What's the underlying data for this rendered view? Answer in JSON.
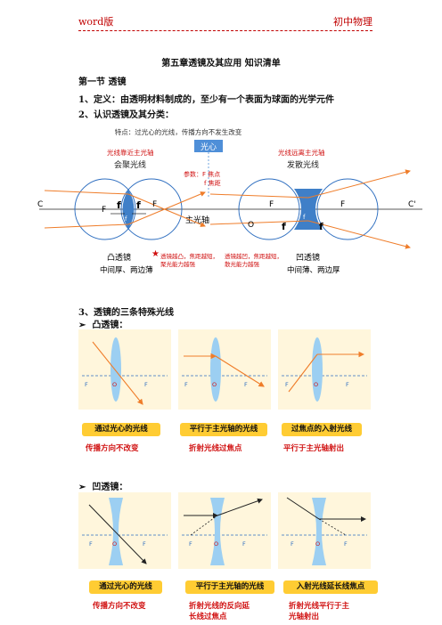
{
  "header": {
    "left": "word版",
    "right": "初中物理"
  },
  "title": "第五章透镜及其应用      知识清单",
  "section1": "第一节      透镜",
  "item1": "1、定义：由透明材料制成的，至少有一个表面为球面的光学元件",
  "item2": "2、认识透镜及其分类：",
  "diagram": {
    "top_note": "特点：过光心的光线，传播方向不发生改变",
    "center_label": "光心",
    "left_red": "光线靠近主光轴",
    "left_name": "会聚光线",
    "right_red": "光线远离主光轴",
    "right_name": "发散光线",
    "params_1": "参数：F  焦点",
    "params_2": "f   焦距",
    "axis_label": "主光轴",
    "c_left": "C",
    "c_right": "C'",
    "F": "F",
    "f": "f",
    "O": "O",
    "convex_name": "凸透镜",
    "convex_desc": "中间厚、两边薄",
    "concave_name": "凹透镜",
    "concave_desc": "中间薄、两边厚",
    "note_left_1": "透镜越凸，焦距越短，",
    "note_left_2": "聚光能力越强",
    "note_right_1": "透镜越凹，焦距越短，",
    "note_right_2": "散光能力越强"
  },
  "item3": "3、透镜的三条特殊光线",
  "convex_heading": "凸透镜：",
  "concave_heading": "凹透镜：",
  "convex_rays": [
    {
      "cap": "通过光心的光线",
      "red1": "传播方向不改变",
      "red2": ""
    },
    {
      "cap": "平行于主光轴的光线",
      "red1": "折射光线过焦点",
      "red2": ""
    },
    {
      "cap": "过焦点的入射光线",
      "red1": "平行于主光轴射出",
      "red2": ""
    }
  ],
  "concave_rays": [
    {
      "cap": "通过光心的光线",
      "red1": "传播方向不改变",
      "red2": ""
    },
    {
      "cap": "平行于主光轴的光线",
      "red1": "折射光线的反向延",
      "red2": "长线过焦点"
    },
    {
      "cap": "入射光线延长线焦点",
      "red1": "折射光线平行于主",
      "red2": "光轴射出"
    }
  ],
  "panel_labels": {
    "F": "F",
    "O": "O"
  },
  "colors": {
    "red": "#d01010",
    "orange": "#ef7d2a",
    "blue": "#2f6fc0",
    "lens": "#8fc3ee",
    "panel_bg": "#fff6dc",
    "caption": "#ffcc33"
  }
}
